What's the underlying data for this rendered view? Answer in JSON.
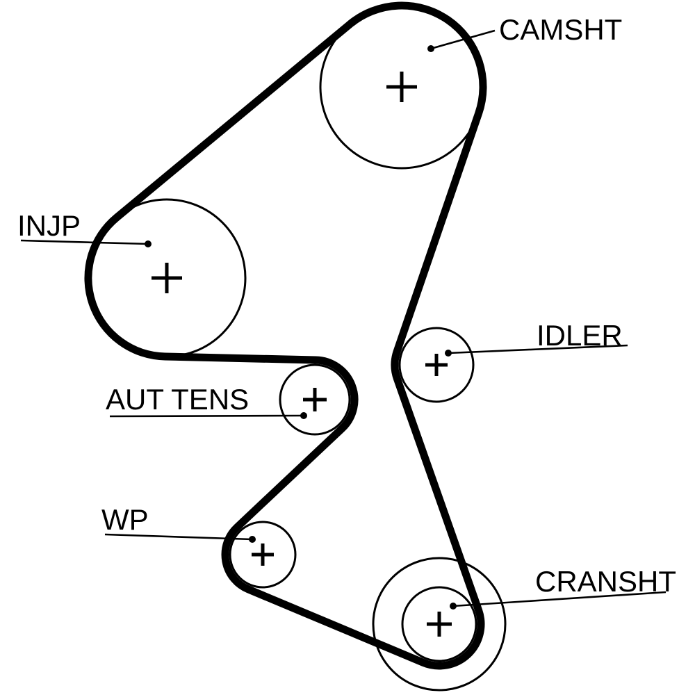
{
  "diagram": {
    "background_color": "#ffffff",
    "line_color": "#000000",
    "pulleys": [
      {
        "name": "camshaft",
        "label": "CAMSHT"
      },
      {
        "name": "injection-pump",
        "label": "INJP"
      },
      {
        "name": "idler",
        "label": "IDLER"
      },
      {
        "name": "automatic-tensioner",
        "label": "AUT TENS"
      },
      {
        "name": "water-pump",
        "label": "WP"
      },
      {
        "name": "crankshaft",
        "label": "CRANSHT"
      }
    ]
  }
}
